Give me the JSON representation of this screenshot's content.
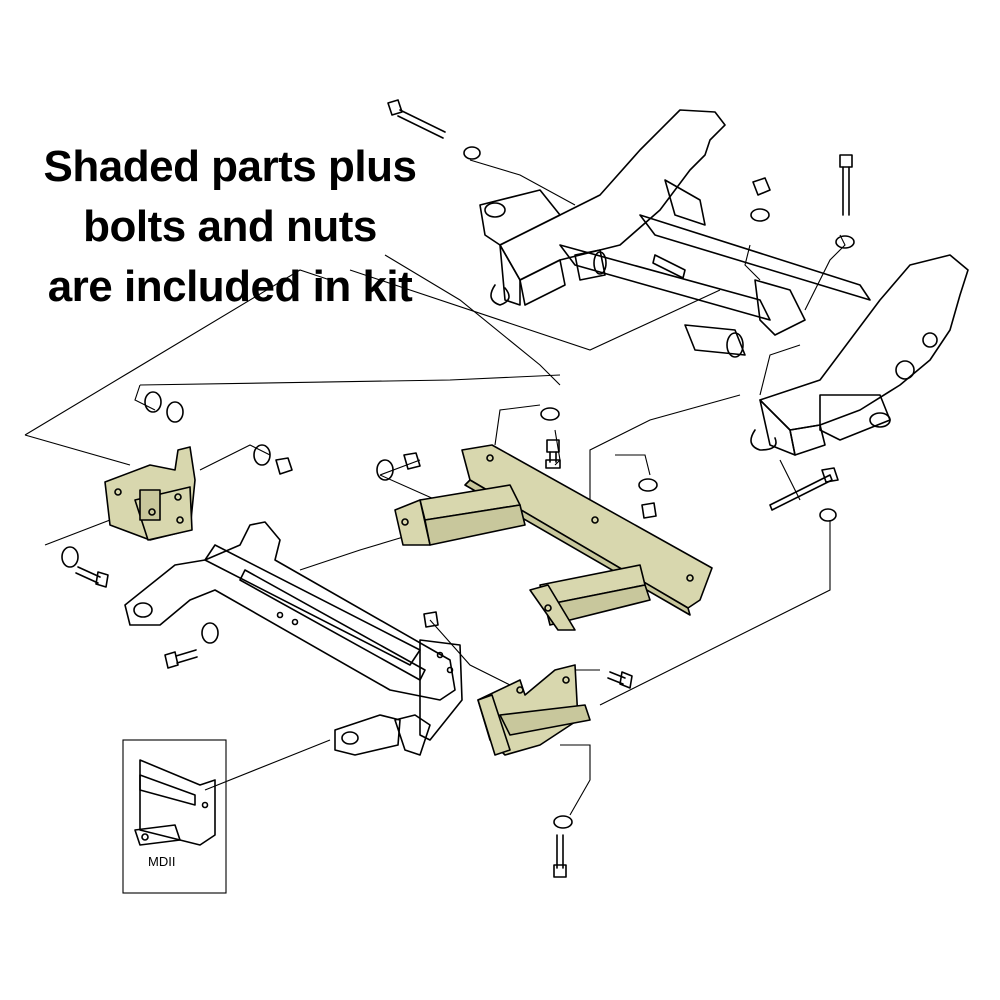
{
  "caption": {
    "line1": "Shaded parts plus",
    "line2": "bolts and nuts",
    "line3": "are included in kit"
  },
  "inset": {
    "label": "MDII"
  },
  "colors": {
    "shaded": "#d8d7ae",
    "outline": "#000000",
    "background": "#ffffff"
  }
}
